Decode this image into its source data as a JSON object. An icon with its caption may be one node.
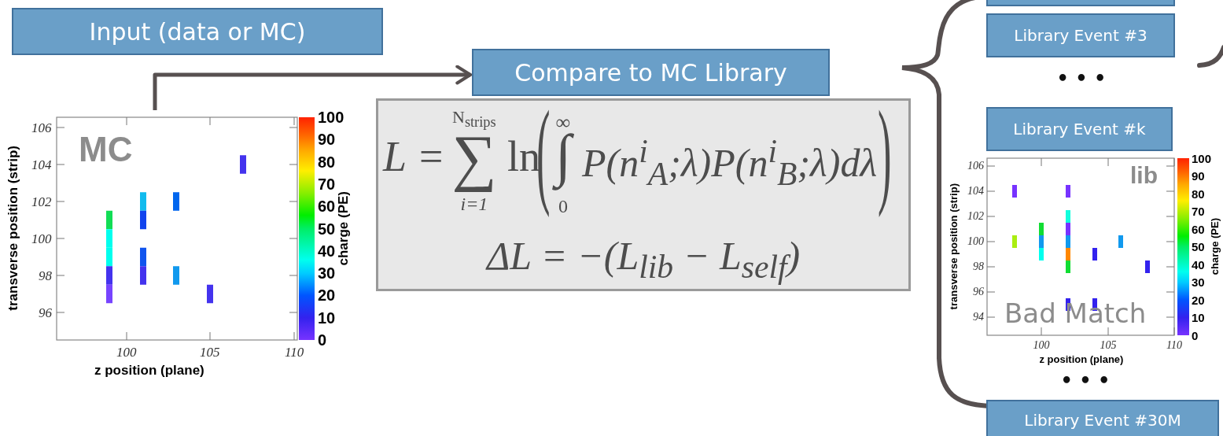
{
  "diagram": {
    "nodes": [
      {
        "text": [
          "Input (data or MC)"
        ]
      },
      {
        "text": [
          "MC"
        ],
        "beside": [
          "106",
          "104",
          "102",
          "100",
          "98",
          "96",
          "transverse position (strip)",
          "100",
          "105",
          "110",
          "z position (plane)",
          "100",
          "90",
          "80",
          "70",
          "60",
          "50",
          "40",
          "30",
          "20",
          "10",
          "0",
          "charge (PE)"
        ]
      },
      {
        "text": [
          "Compare to MC Library"
        ]
      },
      {
        "text": [
          "L =",
          "N$_{strips}$",
          "∑",
          "i=1",
          "ln",
          "(",
          "∞",
          "∫",
          "0",
          "P(n$^{i}$$_{A}$;λ)P(n$^{i}$$_{B}$;λ)dλ",
          ")",
          "ΔL = −(L$_{lib}$ − L$_{self}$)"
        ]
      },
      {
        "text": [],
        "shape": "box"
      },
      {
        "text": [
          "Library Event #3"
        ]
      },
      {
        "text": [
          "Library Event #k"
        ]
      },
      {
        "text": [
          "lib",
          "Bad Match"
        ],
        "beside": [
          "106",
          "104",
          "102",
          "100",
          "98",
          "96",
          "94",
          "transverse position (strip)",
          "100",
          "105",
          "110",
          "z position (plane)",
          "100",
          "90",
          "80",
          "70",
          "60",
          "50",
          "40",
          "30",
          "20",
          "10",
          "0",
          "charge (PE)"
        ]
      },
      {
        "text": [
          "Library Event #30M"
        ]
      }
    ],
    "edges": [
      {
        "from": 1,
        "to": 2,
        "arrow": "to"
      }
    ],
    "labels": [
      "• • •",
      "• • •"
    ]
  }
}
